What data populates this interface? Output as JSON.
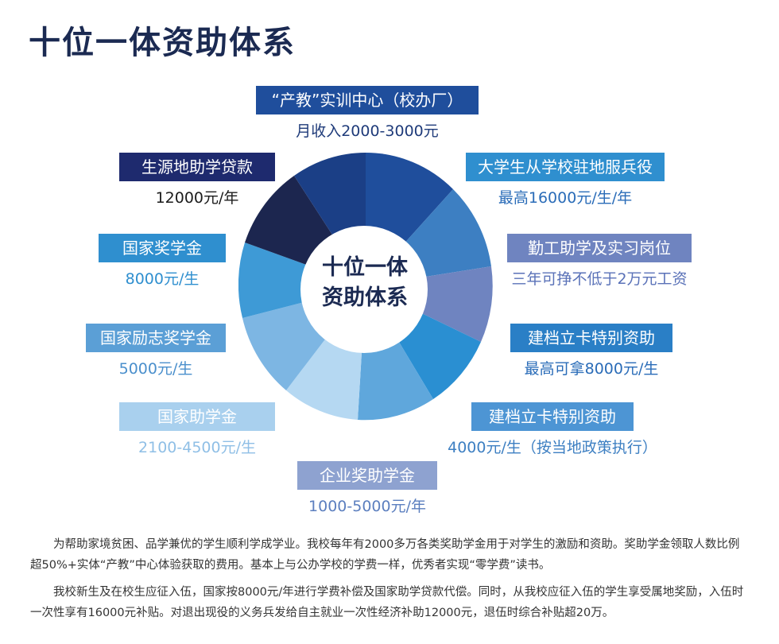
{
  "title": "十位一体资助体系",
  "center": {
    "line1": "十位一体",
    "line2": "资助体系"
  },
  "items": {
    "top": {
      "label": "“产教”实训中心（校办厂）",
      "value": "月收入2000-3000元",
      "bg": "#1f4e9c",
      "color": "#1f3b7a"
    },
    "l1": {
      "label": "生源地助学贷款",
      "value": "12000元/年",
      "bg": "#1e2a6e",
      "color": "#1b1b1b"
    },
    "l2": {
      "label": "国家奖学金",
      "value": "8000元/生",
      "bg": "#2f8fcf",
      "color": "#2f8fcf"
    },
    "l3": {
      "label": "国家励志奖学金",
      "value": "5000元/生",
      "bg": "#5b9fd6",
      "color": "#4a8fcc"
    },
    "l4": {
      "label": "国家助学金",
      "value": "2100-4500元/生",
      "bg": "#a9d0ee",
      "color": "#8fbfe6"
    },
    "bottom": {
      "label": "企业奖助学金",
      "value": "1000-5000元/年",
      "bg": "#8ea2d0",
      "color": "#5c7fbf"
    },
    "r1": {
      "label": "大学生从学校驻地服兵役",
      "value": "最高16000元/生/年",
      "bg": "#2f8fcf",
      "color": "#2a6cb8"
    },
    "r2": {
      "label": "勤工助学及实习岗位",
      "value": "三年可挣不低于2万元工资",
      "bg": "#6f84c0",
      "color": "#5a72b8"
    },
    "r3": {
      "label": "建档立卡特别资助",
      "value": "最高可拿8000元/生",
      "bg": "#2a7fc6",
      "color": "#2a6cb8"
    },
    "r4": {
      "label": "建档立卡特别资助",
      "value": "4000元/生（按当地政策执行）",
      "bg": "#4d95d4",
      "color": "#3d7fc2"
    }
  },
  "paragraphs": [
    "为帮助家境贫困、品学兼优的学生顺利学成学业。我校每年有2000多万各类奖助学金用于对学生的激励和资助。奖助学金领取人数比例超50%+实体“产教”中心体验获取的费用。基本上与公办学校的学费一样，优秀者实现“零学费”读书。",
    "我校新生及在校生应征入伍，国家按8000元/年进行学费补偿及国家助学贷款代偿。同时，从我校应征入伍的学生享受属地奖励，入伍时一次性享有16000元补贴。对退出现役的义务兵发给自主就业一次性经济补助12000元，退伍时综合补贴超20万。"
  ]
}
